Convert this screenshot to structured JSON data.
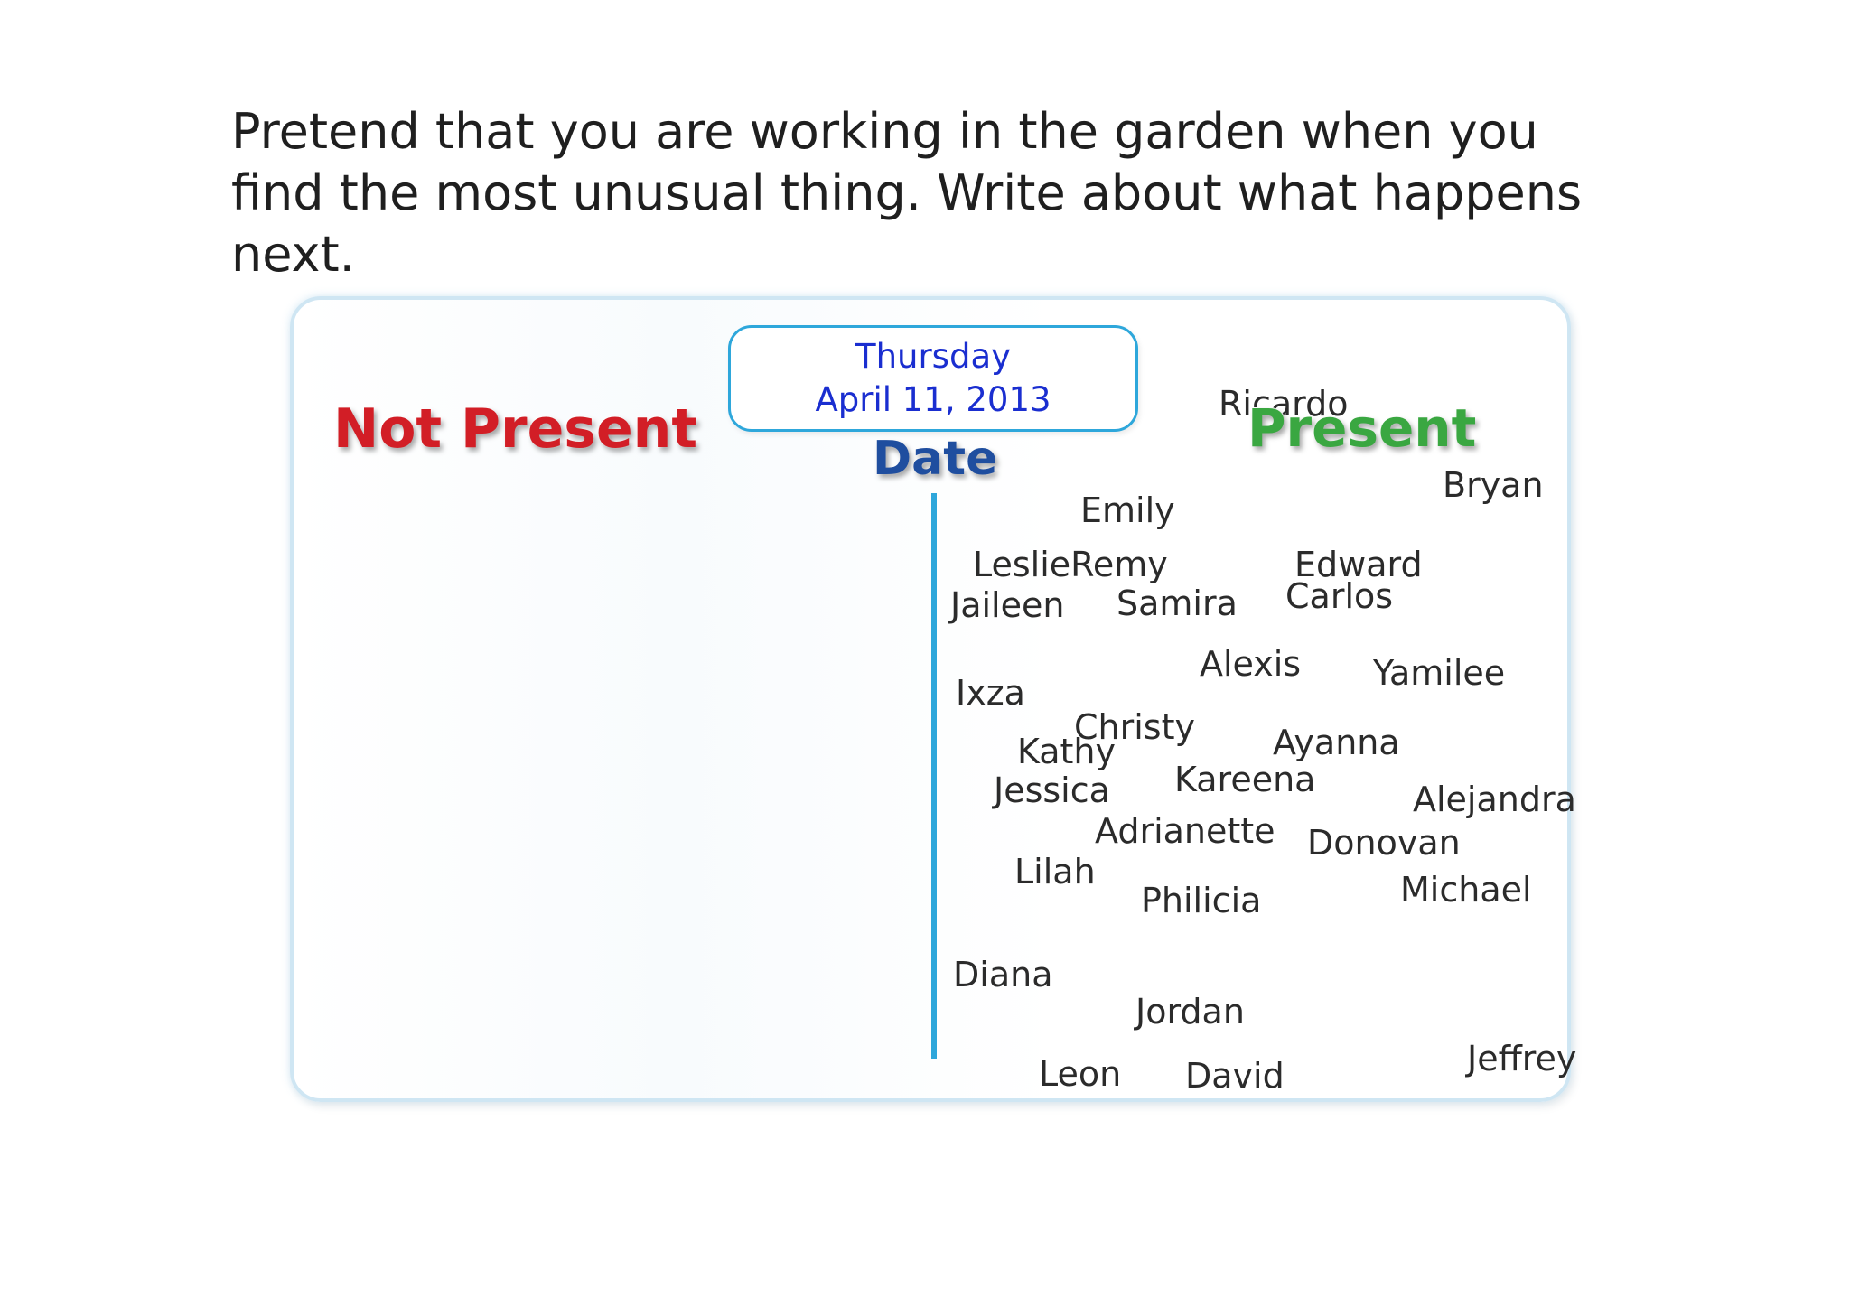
{
  "prompt": {
    "line1": "Pretend that you are working in the garden when you",
    "line2": "find the most unusual thing. Write about what happens",
    "line3": "next."
  },
  "headings": {
    "not_present": "Not Present",
    "present": "Present",
    "date": "Date"
  },
  "date_box": {
    "day": "Thursday",
    "date": "April 11, 2013"
  },
  "colors": {
    "not_present": "#d21e26",
    "present": "#3aa741",
    "date_label": "#1f4e9f",
    "date_text": "#1a2ed0",
    "accent_blue": "#2ea7db"
  },
  "present_names": {
    "ricardo": "Ricardo",
    "bryan": "Bryan",
    "emily": "Emily",
    "leslieremy": "LeslieRemy",
    "edward": "Edward",
    "jaileen": "Jaileen",
    "samira": "Samira",
    "carlos": "Carlos",
    "alexis": "Alexis",
    "yamilee": "Yamilee",
    "ixza": "Ixza",
    "christy": "Christy",
    "kathy": "Kathy",
    "ayanna": "Ayanna",
    "jessica": "Jessica",
    "kareena": "Kareena",
    "alejandra": "Alejandra",
    "adrianette": "Adrianette",
    "donovan": "Donovan",
    "lilah": "Lilah",
    "michael": "Michael",
    "philicia": "Philicia",
    "diana": "Diana",
    "jordan": "Jordan",
    "jeffrey": "Jeffrey",
    "leon": "Leon",
    "david": "David"
  }
}
